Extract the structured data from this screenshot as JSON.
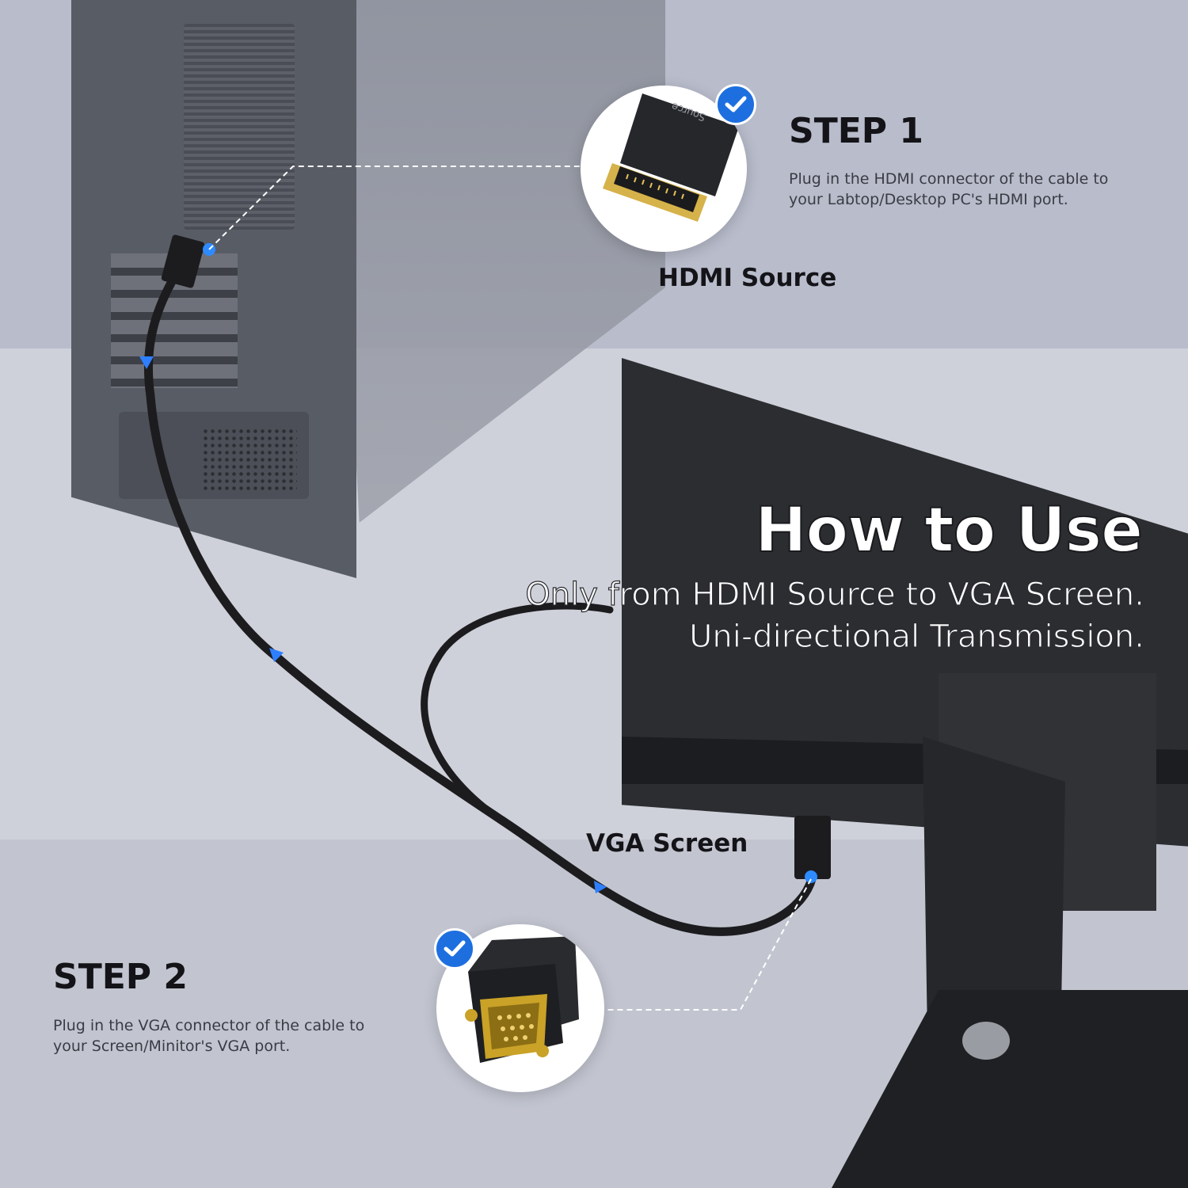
{
  "step1": {
    "title": "STEP 1",
    "description": "Plug in the HDMI connector of the cable to your Labtop/Desktop PC's HDMI port."
  },
  "step2": {
    "title": "STEP 2",
    "description": "Plug in the VGA connector of the cable to your Screen/Minitor's VGA port."
  },
  "hdmi_label": "HDMI Source",
  "vga_label": "VGA Screen",
  "how_to": {
    "title": "How to Use",
    "line1": "Only from HDMI Source to VGA Screen.",
    "line2": "Uni-directional Transmission."
  },
  "connector_text": "Source",
  "colors": {
    "accent": "#1d6fe0",
    "text_dark": "#141418",
    "connector_gold": "#c9a227"
  },
  "icons": [
    "checkmark-icon",
    "hdmi-connector-icon",
    "vga-connector-icon",
    "direction-arrow-icon"
  ]
}
